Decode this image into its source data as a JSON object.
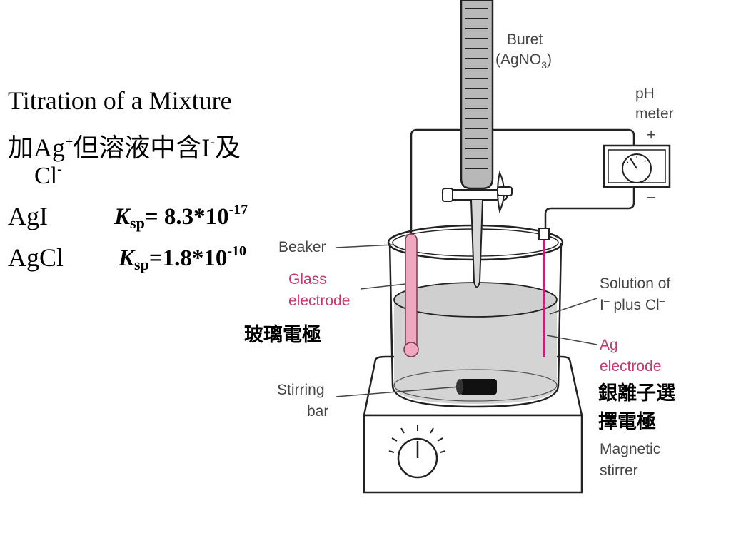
{
  "text": {
    "line1": "Titration of a Mixture",
    "line2_a": "加Ag",
    "line2_sup1": "+",
    "line2_b": "但溶液中含I",
    "line2_sup2": "-",
    "line2_c": "及",
    "line3_a": "Cl",
    "line3_sup": "-",
    "agi": "AgI",
    "agcl": "AgCl",
    "ksp_k": "K",
    "ksp_sub": "sp",
    "ksp1_val": "= 8.3*10",
    "ksp1_exp": "-17",
    "ksp2_val": "=1.8*10",
    "ksp2_exp": "-10"
  },
  "diagram": {
    "buret": "Buret",
    "buret_content_a": "(AgNO",
    "buret_content_sub": "3",
    "buret_content_b": ")",
    "ph_meter_a": "pH",
    "ph_meter_b": "meter",
    "plus": "+",
    "minus": "–",
    "beaker": "Beaker",
    "glass_electrode_a": "Glass",
    "glass_electrode_b": "electrode",
    "glass_electrode_cn": "玻璃電極",
    "solution_a": "Solution of",
    "solution_b": "I",
    "solution_b_sup1": "–",
    "solution_b_mid": " plus Cl",
    "solution_b_sup2": "–",
    "ag_electrode_a": "Ag",
    "ag_electrode_b": "electrode",
    "ag_electrode_cn_a": "銀離子選",
    "ag_electrode_cn_b": "擇電極",
    "stirring_a": "Stirring",
    "stirring_b": "bar",
    "magnetic_a": "Magnetic",
    "magnetic_b": "stirrer"
  },
  "colors": {
    "pink_label": "#c6386b",
    "glass_electrode_fill": "#f0a8c0",
    "ag_electrode": "#c8207a",
    "solution": "#d4d4d4",
    "buret_fill": "#b8b8b8"
  }
}
